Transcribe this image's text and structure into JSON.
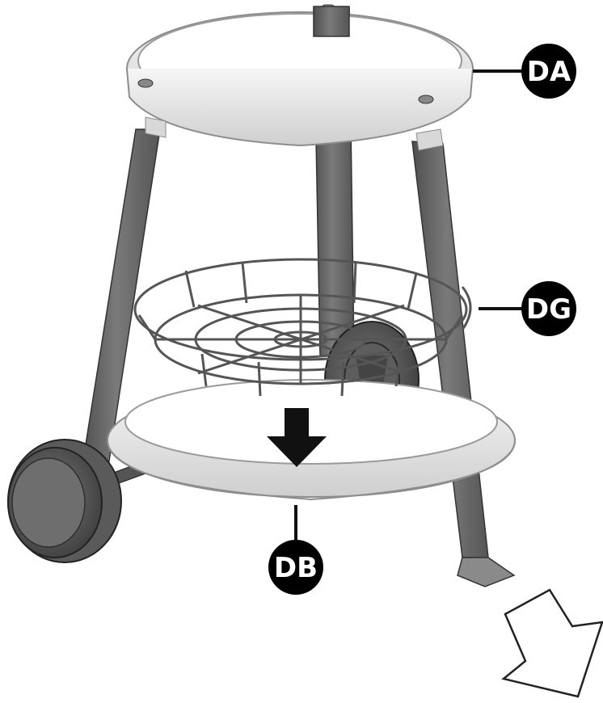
{
  "callouts": {
    "top_ring": "DA",
    "wire_basket": "DG",
    "bottom_ring": "DB"
  },
  "colors": {
    "leg": "#6b6b6b",
    "leg_dark": "#4a4a4a",
    "ring": "#e4e4e4",
    "ring_edge": "#9a9a9a",
    "wheel": "#5a5a5a",
    "badge": "#000000",
    "arrow_solid": "#111111",
    "arrow_outline": "#222222"
  },
  "icons": {
    "down_arrow": "solid-down-arrow-icon",
    "next_step": "outline-diagonal-arrow-icon"
  }
}
